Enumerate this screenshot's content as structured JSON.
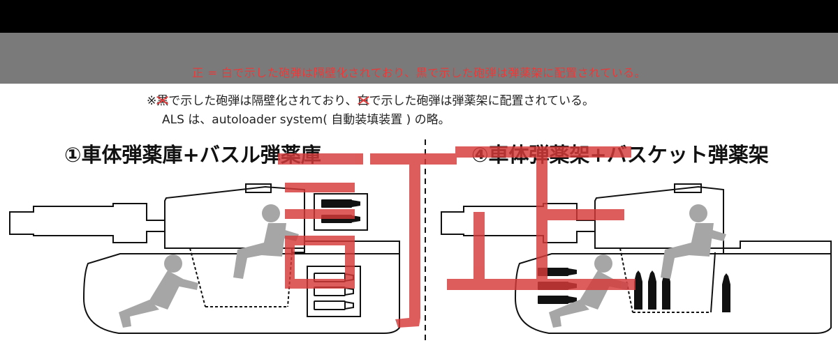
{
  "correction": "正 = 白で示した砲弾は隔壁化されており、黒で示した砲弾は弾薬架に配置されている。",
  "note1": {
    "prefix": "※",
    "struck_1": "黒",
    "mid": "で示した砲弾は隔壁化されており、",
    "struck_2": "白",
    "suffix": "で示した砲弾は弾薬架に配置されている。"
  },
  "note2": "ALS は、autoloader system( 自動装填装置 ) の略。",
  "panels": [
    {
      "title": "①車体弾薬庫+バスル弾薬庫"
    },
    {
      "title": "④車体弾薬架+バスケット弾薬架"
    }
  ],
  "stamp": "訂正",
  "colors": {
    "top_bar": "#000000",
    "band": "#7a7a7a",
    "correction_red": "#e53b3b",
    "stamp_red": "#d63a3a",
    "crew_grey": "#a6a6a6",
    "line": "#111111"
  }
}
